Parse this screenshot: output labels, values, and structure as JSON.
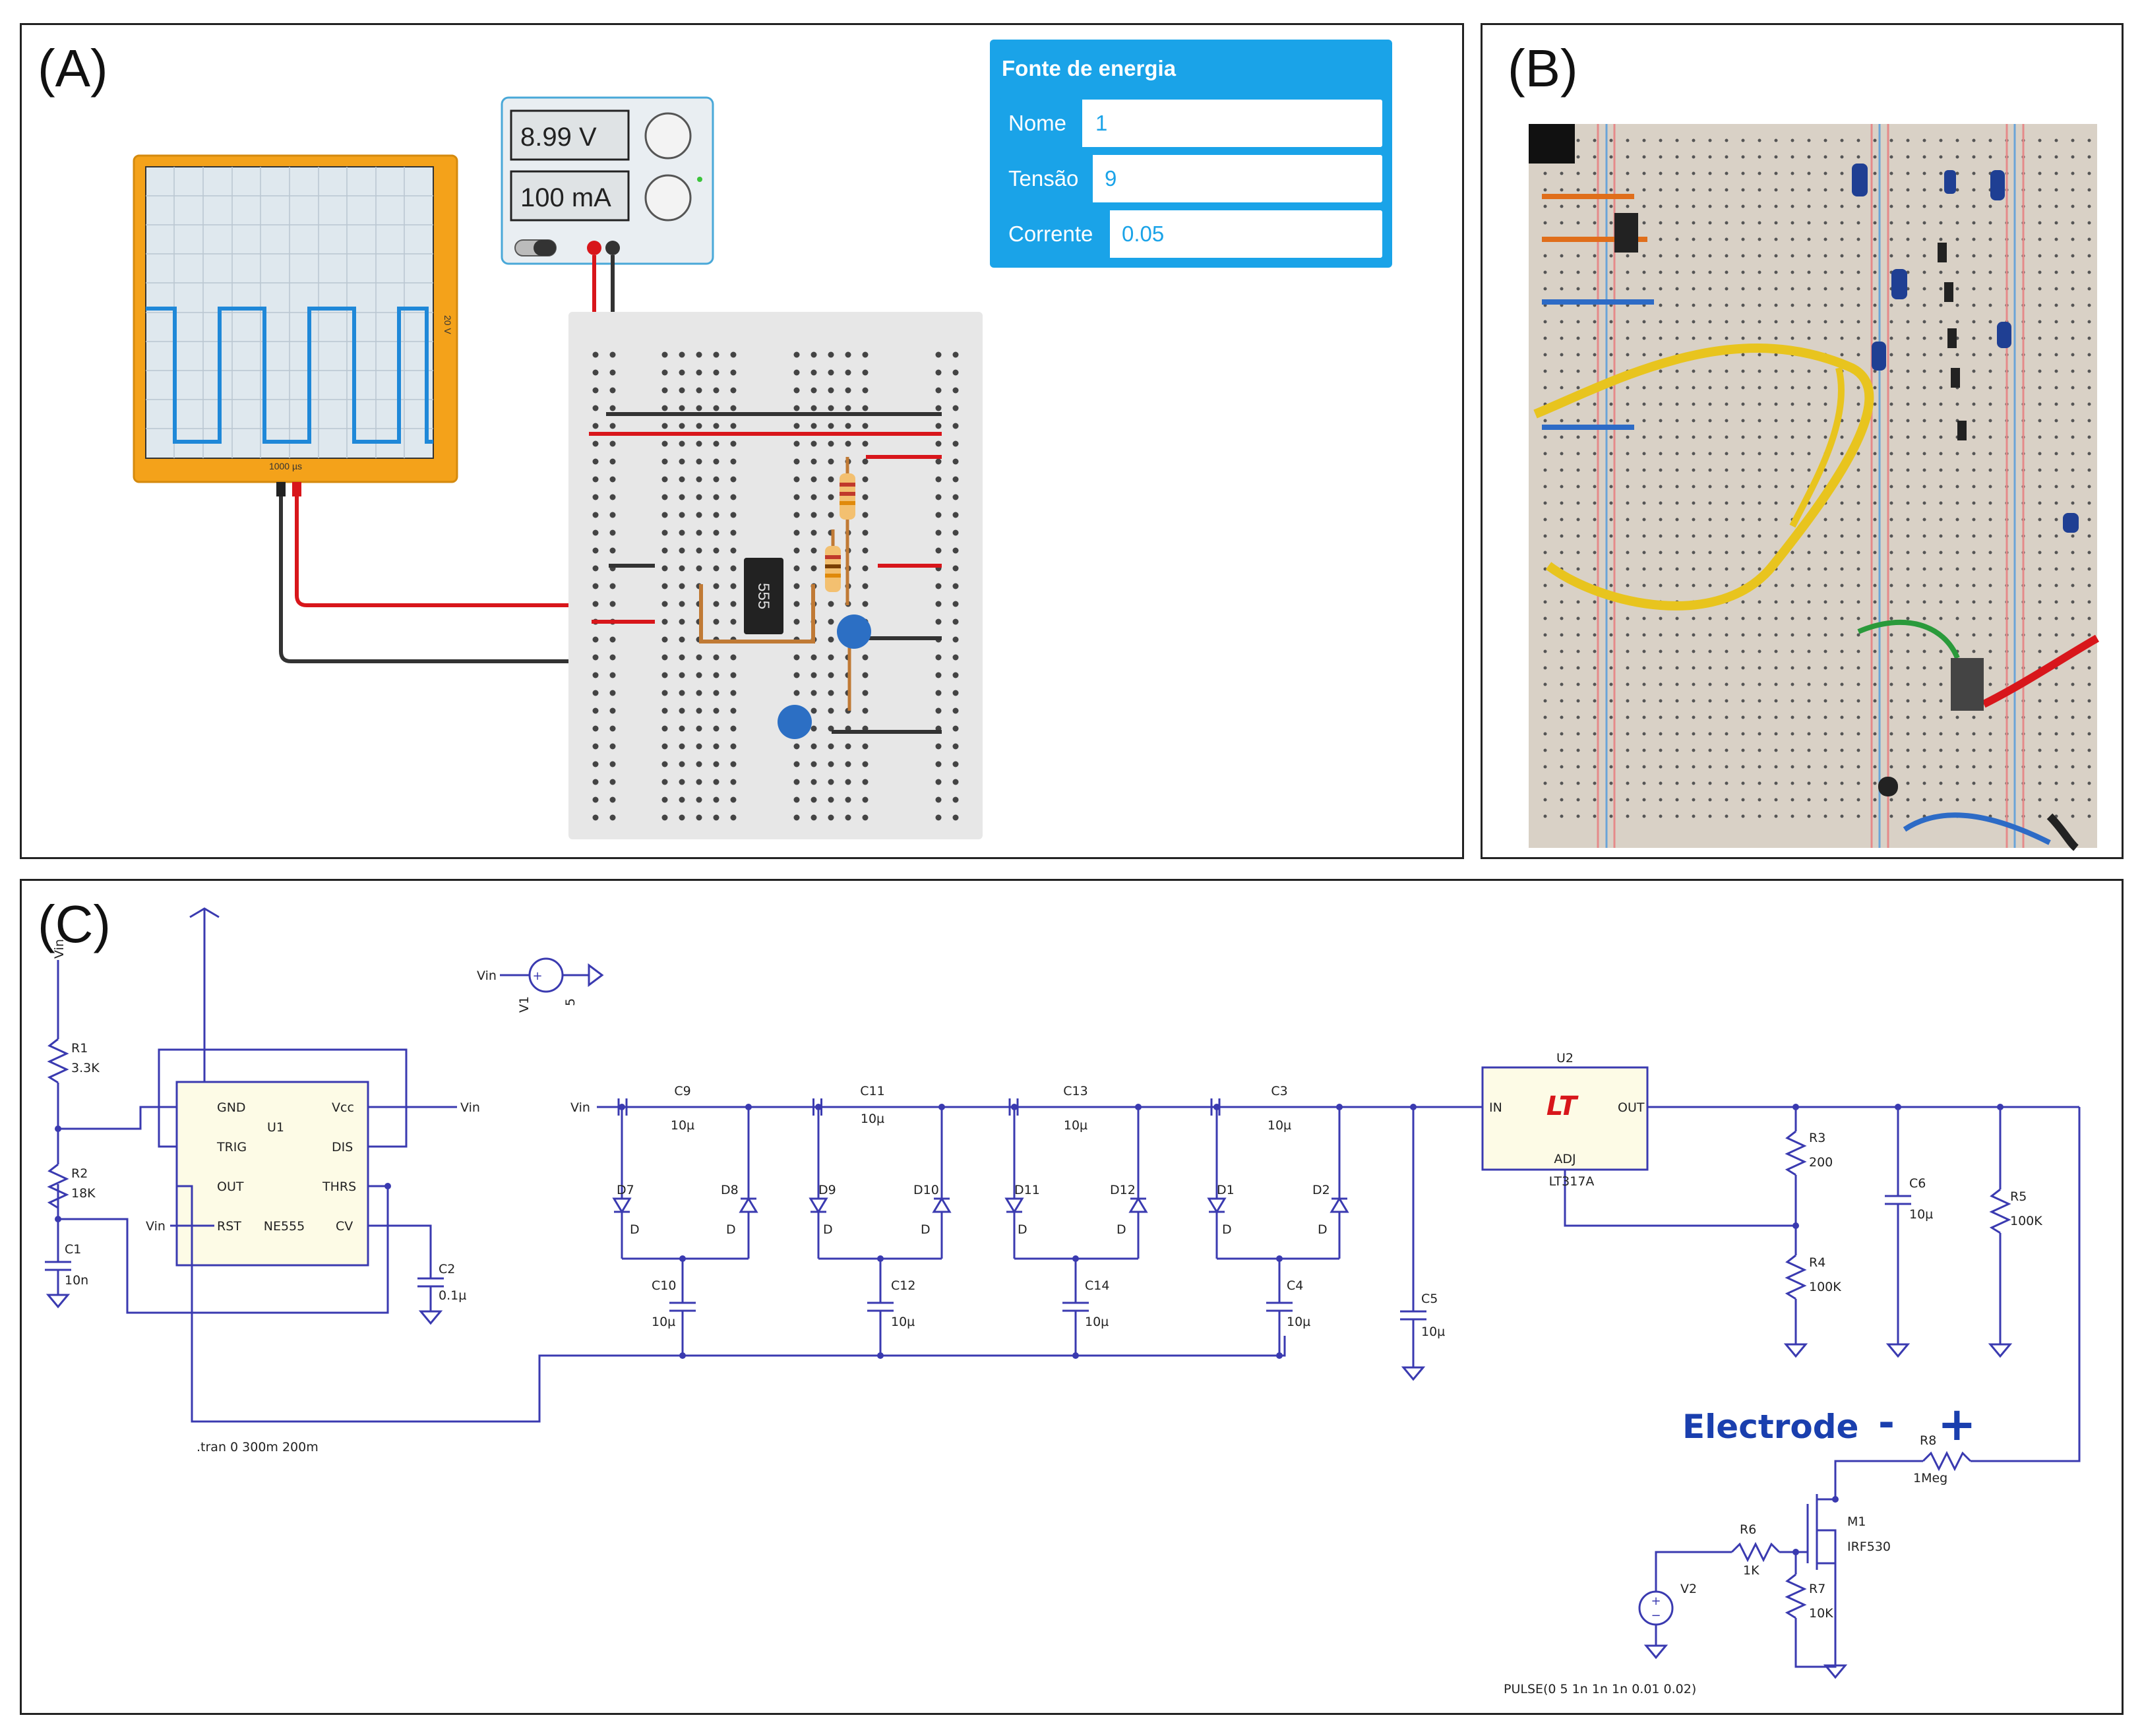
{
  "panels": {
    "a_label": "(A)",
    "b_label": "(B)",
    "c_label": "(C)"
  },
  "colors": {
    "schematic_wire": "#3a3ab0",
    "component_fill": "#fdfbe6",
    "electrode_blue": "#1a3fae",
    "power_panel_header": "#1aa3e8",
    "scope_frame": "#f4a21a",
    "scope_trace": "#1f88d8"
  },
  "power_supply": {
    "voltage_display": "8.99 V",
    "current_display": "100 mA"
  },
  "power_panel": {
    "title": "Fonte de energia",
    "rows": [
      {
        "label": "Nome",
        "value": "1"
      },
      {
        "label": "Tensão",
        "value": "9"
      },
      {
        "label": "Corrente",
        "value": "0.05"
      }
    ]
  },
  "oscilloscope": {
    "time_label": "1000 µs",
    "volt_label": "20 V"
  },
  "breadboard": {
    "ic_label": "555"
  },
  "schematic": {
    "v1": {
      "name": "V1",
      "value": "5",
      "net": "Vin"
    },
    "timer": {
      "ref": "U1",
      "part": "NE555",
      "pins": {
        "gnd": "GND",
        "trig": "TRIG",
        "out": "OUT",
        "rst": "RST",
        "vcc": "Vcc",
        "dis": "DIS",
        "thrs": "THRS",
        "cv": "CV"
      }
    },
    "timer_parts": {
      "r1": "R1",
      "r1_val": "3.3K",
      "r2": "R2",
      "r2_val": "18K",
      "c1": "C1",
      "c1_val": "10n",
      "c2": "C2",
      "c2_val": "0.1µ",
      "vin_top": "Vin",
      "vin_vcc": "Vin",
      "vin_rst": "Vin"
    },
    "tran": ".tran 0 300m 200m",
    "multiplier": {
      "vin": "Vin",
      "top_caps": [
        {
          "name": "C9",
          "value": "10µ"
        },
        {
          "name": "C11",
          "value": "10µ"
        },
        {
          "name": "C13",
          "value": "10µ"
        },
        {
          "name": "C3",
          "value": "10µ"
        }
      ],
      "diodes": [
        {
          "left": "D7",
          "right": "D8"
        },
        {
          "left": "D9",
          "right": "D10"
        },
        {
          "left": "D11",
          "right": "D12"
        },
        {
          "left": "D1",
          "right": "D2"
        }
      ],
      "diode_letter": "D",
      "bottom_caps": [
        {
          "name": "C10",
          "value": "10µ"
        },
        {
          "name": "C12",
          "value": "10µ"
        },
        {
          "name": "C14",
          "value": "10µ"
        },
        {
          "name": "C4",
          "value": "10µ"
        }
      ],
      "c5": {
        "name": "C5",
        "value": "10µ"
      }
    },
    "regulator": {
      "ref": "U2",
      "part": "LT317A",
      "in": "IN",
      "out": "OUT",
      "adj": "ADJ",
      "logo": "LT"
    },
    "output_parts": {
      "r3": "R3",
      "r3_val": "200",
      "r4": "R4",
      "r4_val": "100K",
      "c6": "C6",
      "c6_val": "10µ",
      "r5": "R5",
      "r5_val": "100K"
    },
    "electrode": {
      "label": "Electrode",
      "minus": "-",
      "plus": "+"
    },
    "switch": {
      "r8": "R8",
      "r8_val": "1Meg",
      "m1": "M1",
      "m1_part": "IRF530",
      "r6": "R6",
      "r6_val": "1K",
      "r7": "R7",
      "r7_val": "10K",
      "v2": "V2",
      "pulse": "PULSE(0 5 1n 1n 1n 0.01 0.02)"
    }
  }
}
